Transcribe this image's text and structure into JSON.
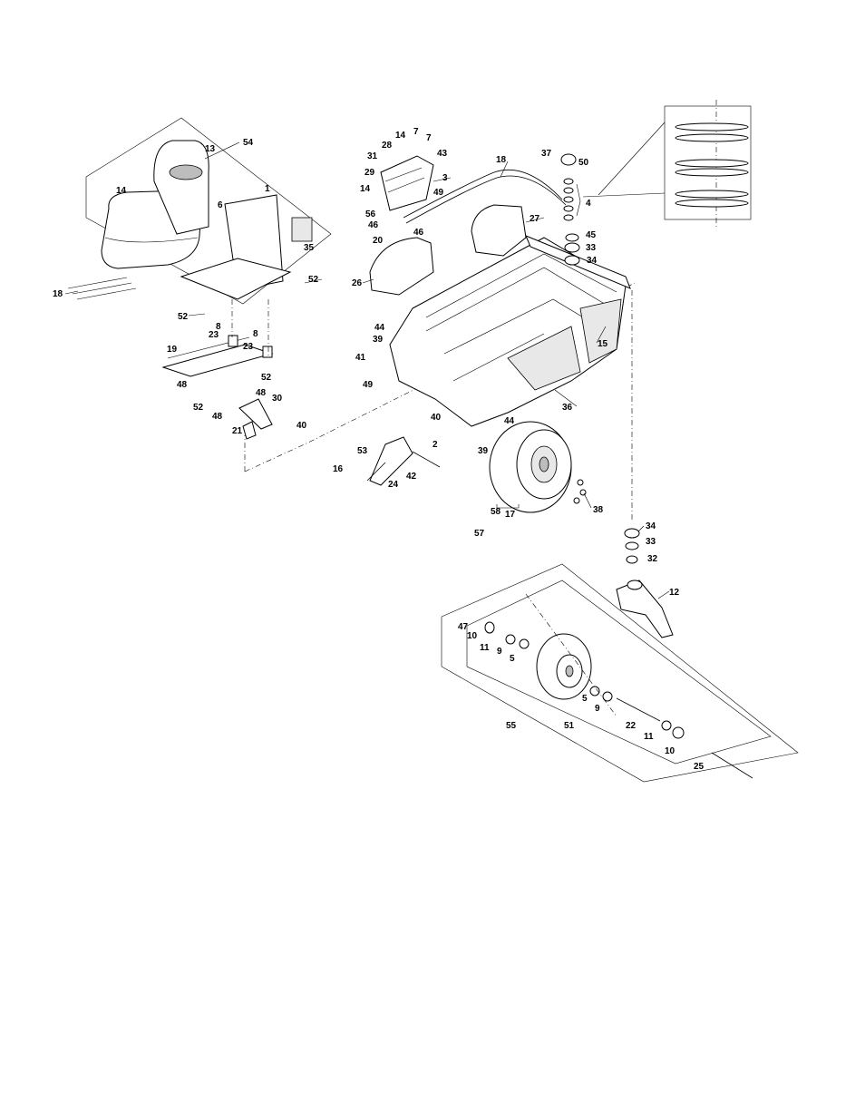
{
  "callouts": {
    "c1": "1",
    "c2": "2",
    "c3": "3",
    "c4": "4",
    "c5a": "5",
    "c5b": "5",
    "c6": "6",
    "c7a": "7",
    "c7b": "7",
    "c8a": "8",
    "c8b": "8",
    "c9a": "9",
    "c9b": "9",
    "c10a": "10",
    "c10b": "10",
    "c11a": "11",
    "c11b": "11",
    "c12": "12",
    "c13": "13",
    "c14a": "14",
    "c14b": "14",
    "c14c": "14",
    "c15": "15",
    "c16": "16",
    "c17": "17",
    "c18a": "18",
    "c18b": "18",
    "c19": "19",
    "c20": "20",
    "c21": "21",
    "c22": "22",
    "c23a": "23",
    "c23b": "23",
    "c24": "24",
    "c25": "25",
    "c26": "26",
    "c27": "27",
    "c28": "28",
    "c29": "29",
    "c30": "30",
    "c31": "31",
    "c32": "32",
    "c33a": "33",
    "c33b": "33",
    "c34a": "34",
    "c34b": "34",
    "c35": "35",
    "c36": "36",
    "c37": "37",
    "c38": "38",
    "c39a": "39",
    "c39b": "39",
    "c40a": "40",
    "c40b": "40",
    "c41": "41",
    "c42": "42",
    "c43": "43",
    "c44a": "44",
    "c44b": "44",
    "c45": "45",
    "c46a": "46",
    "c46b": "46",
    "c47": "47",
    "c48a": "48",
    "c48b": "48",
    "c48c": "48",
    "c49a": "49",
    "c49b": "49",
    "c50": "50",
    "c51": "51",
    "c52a": "52",
    "c52b": "52",
    "c52c": "52",
    "c52d": "52",
    "c53": "53",
    "c54": "54",
    "c55": "55",
    "c56": "56",
    "c57": "57",
    "c58": "58"
  }
}
